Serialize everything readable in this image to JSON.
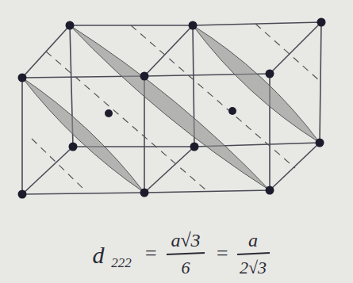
{
  "diagram": {
    "labels": [
      "d",
      "222",
      "=",
      "a√3",
      "6",
      "=",
      "a",
      "2√3"
    ]
  }
}
